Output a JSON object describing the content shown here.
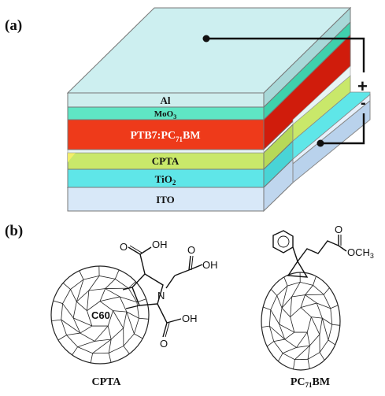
{
  "panel_a": {
    "label": "(a)",
    "layers": [
      {
        "name": "Al",
        "sub": "",
        "color": "#cfeeee"
      },
      {
        "name": "MoO",
        "sub": "3",
        "color": "#5fe6c4"
      },
      {
        "name": "PTB7:PC",
        "sub": "71",
        "suffix": "BM",
        "color": "#ee3a1a"
      },
      {
        "name": "CPTA",
        "sub": "",
        "color": "#c9e86a"
      },
      {
        "name": "TiO",
        "sub": "2",
        "color": "#5fe6e8"
      },
      {
        "name": "ITO",
        "sub": "",
        "color": "#d8e8f8"
      }
    ],
    "top_color": "#cdeff0",
    "plus_sign": "+",
    "minus_sign": "-"
  },
  "panel_b": {
    "label": "(b)",
    "cpta": {
      "caption": "CPTA",
      "cage_label": "C60",
      "cooh_top": "OH",
      "cooh_right": "OH",
      "cooh_bottom": "OH",
      "o_label": "O",
      "n_label": "N"
    },
    "pcbm": {
      "caption_main": "PC",
      "caption_sub": "71",
      "caption_suffix": "BM",
      "ester_label": "O",
      "methyl_label": "OCH",
      "methyl_sub": "3"
    }
  }
}
